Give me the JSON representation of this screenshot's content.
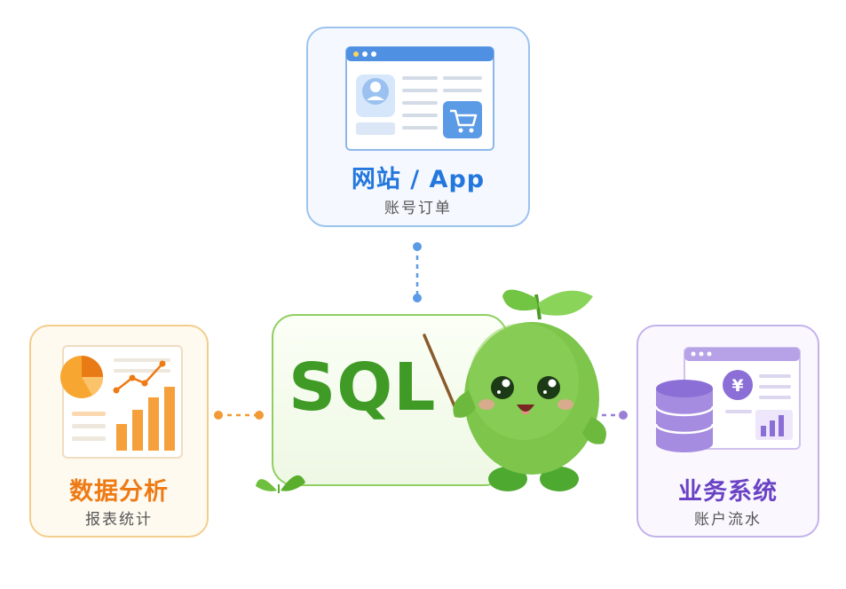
{
  "nodes": {
    "web": {
      "title": "网站 / App",
      "subtitle": "账号订单",
      "color": "#2377dd"
    },
    "data": {
      "title": "数据分析",
      "subtitle": "报表统计",
      "color": "#ee7a14"
    },
    "biz": {
      "title": "业务系统",
      "subtitle": "账户流水",
      "color": "#6a43c4"
    }
  },
  "center": {
    "label": "SQL",
    "color": "#3f9b25"
  },
  "icons": {
    "web": [
      "browser-window-icon",
      "user-avatar-icon",
      "shopping-cart-icon"
    ],
    "data": [
      "pie-chart-icon",
      "line-chart-icon",
      "bar-chart-icon"
    ],
    "biz": [
      "database-icon",
      "yen-coin-icon",
      "bar-chart-icon"
    ],
    "mascot": "green-sprout-mascot"
  }
}
